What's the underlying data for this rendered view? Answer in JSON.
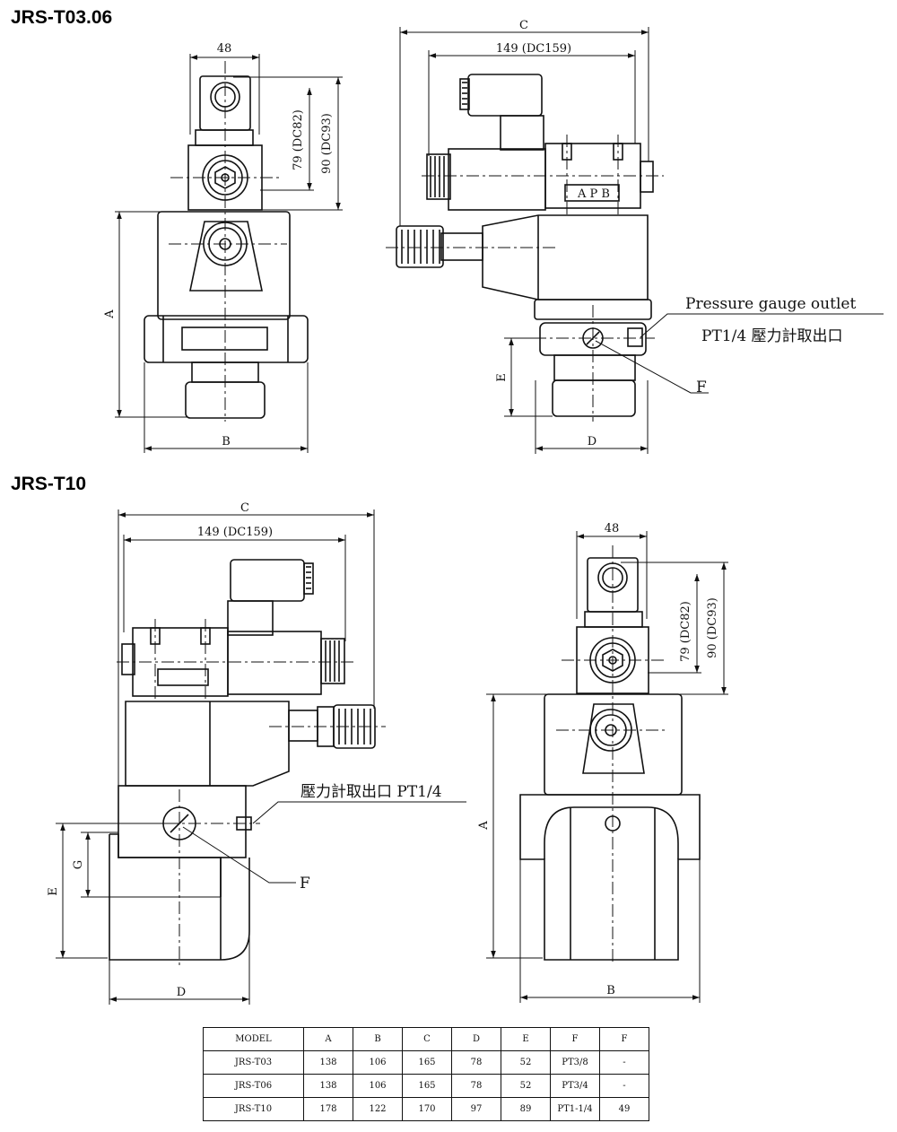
{
  "diagrams": [
    {
      "heading": "JRS-T03.06",
      "dims": {
        "w48": "48",
        "h79": "79 (DC82)",
        "h90": "90 (DC93)",
        "c": "C",
        "w149": "149 (DC159)",
        "a": "A",
        "b": "B",
        "e": "E",
        "d": "D",
        "f": "F"
      },
      "port_label": "A  P  B",
      "callouts": {
        "gauge_en": "Pressure gauge outlet",
        "gauge_zh": "PT1/4 壓力計取出口"
      }
    },
    {
      "heading": "JRS-T10",
      "dims": {
        "c": "C",
        "w149": "149 (DC159)",
        "w48": "48",
        "h79": "79 (DC82)",
        "h90": "90 (DC93)",
        "a": "A",
        "b": "B",
        "d": "D",
        "e": "E",
        "g": "G",
        "f": "F"
      },
      "callouts": {
        "gauge": "壓力計取出口 PT1/4"
      }
    }
  ],
  "table": {
    "headers": [
      "MODEL",
      "A",
      "B",
      "C",
      "D",
      "E",
      "F",
      "F"
    ],
    "rows": [
      [
        "JRS-T03",
        "138",
        "106",
        "165",
        "78",
        "52",
        "PT3/8",
        "-"
      ],
      [
        "JRS-T06",
        "138",
        "106",
        "165",
        "78",
        "52",
        "PT3/4",
        "-"
      ],
      [
        "JRS-T10",
        "178",
        "122",
        "170",
        "97",
        "89",
        "PT1-1/4",
        "49"
      ]
    ]
  }
}
